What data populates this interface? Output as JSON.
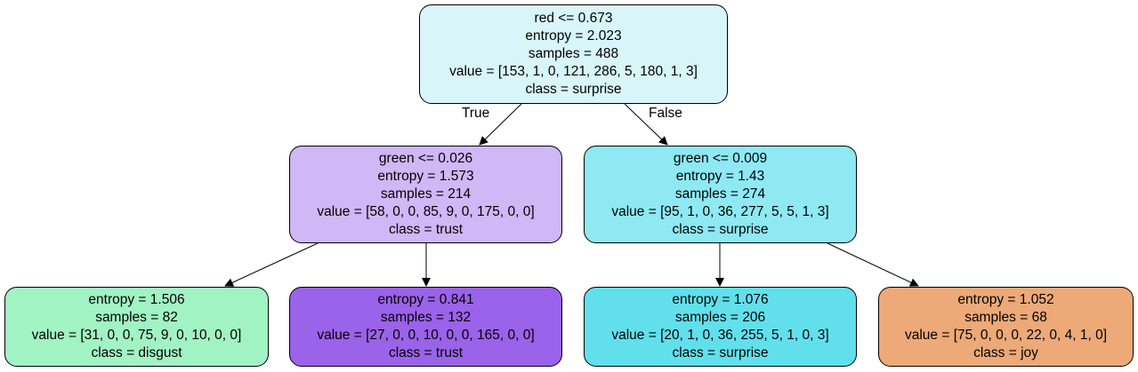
{
  "tree": {
    "edge_labels": {
      "true_label": "True",
      "false_label": "False"
    },
    "nodes": [
      {
        "id": "root",
        "fill": "#d8f6f9",
        "lines": [
          "red <= 0.673",
          "entropy = 2.023",
          "samples = 488",
          "value = [153, 1, 0, 121, 286, 5, 180, 1, 3]",
          "class = surprise"
        ]
      },
      {
        "id": "left",
        "fill": "#d0b7f5",
        "lines": [
          "green <= 0.026",
          "entropy = 1.573",
          "samples = 214",
          "value = [58, 0, 0, 85, 9, 0, 175, 0, 0]",
          "class = trust"
        ]
      },
      {
        "id": "right",
        "fill": "#8ee9f3",
        "lines": [
          "green <= 0.009",
          "entropy = 1.43",
          "samples = 274",
          "value = [95, 1, 0, 36, 277, 5, 5, 1, 3]",
          "class = surprise"
        ]
      },
      {
        "id": "leaf1",
        "fill": "#a2f3c4",
        "lines": [
          "entropy = 1.506",
          "samples = 82",
          "value = [31, 0, 0, 75, 9, 0, 10, 0, 0]",
          "class = disgust"
        ]
      },
      {
        "id": "leaf2",
        "fill": "#9b62ea",
        "lines": [
          "entropy = 0.841",
          "samples = 132",
          "value = [27, 0, 0, 10, 0, 0, 165, 0, 0]",
          "class = trust"
        ]
      },
      {
        "id": "leaf3",
        "fill": "#61e0ec",
        "lines": [
          "entropy = 1.076",
          "samples = 206",
          "value = [20, 1, 0, 36, 255, 5, 1, 0, 3]",
          "class = surprise"
        ]
      },
      {
        "id": "leaf4",
        "fill": "#eda978",
        "lines": [
          "entropy = 1.052",
          "samples = 68",
          "value = [75, 0, 0, 0, 22, 0, 4, 1, 0]",
          "class = joy"
        ]
      }
    ]
  }
}
